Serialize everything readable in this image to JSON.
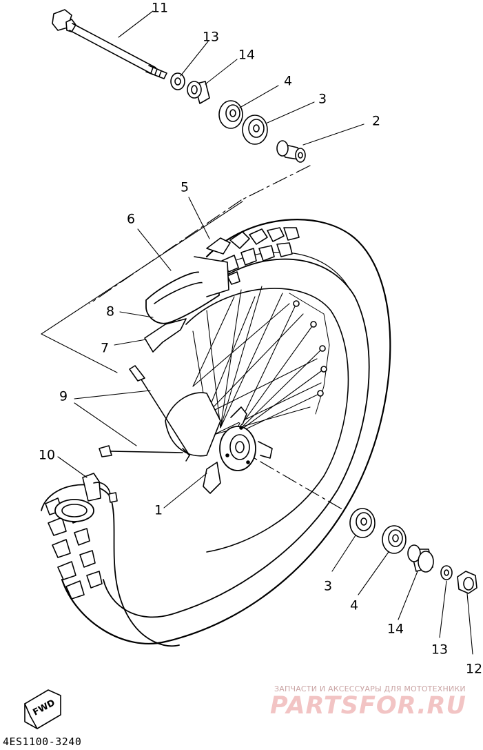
{
  "drawing_code": "4ES1100-3240",
  "fwd_label": "FWD",
  "watermark": {
    "tagline": "ЗАПЧАСТИ И АКСЕССУАРЫ ДЛЯ МОТОТЕХНИКИ",
    "brand": "PARTSFOR.RU"
  },
  "callouts": {
    "c11": "11",
    "c13_top": "13",
    "c14_top": "14",
    "c4_top": "4",
    "c3_top": "3",
    "c2": "2",
    "c5": "5",
    "c6": "6",
    "c8": "8",
    "c7": "7",
    "c9": "9",
    "c10": "10",
    "c1": "1",
    "c3_bottom": "3",
    "c4_bottom": "4",
    "c14_bottom": "14",
    "c13_bottom": "13",
    "c12": "12"
  },
  "colors": {
    "line": "#000000",
    "background": "#ffffff",
    "watermark": "#f2c4c4"
  }
}
